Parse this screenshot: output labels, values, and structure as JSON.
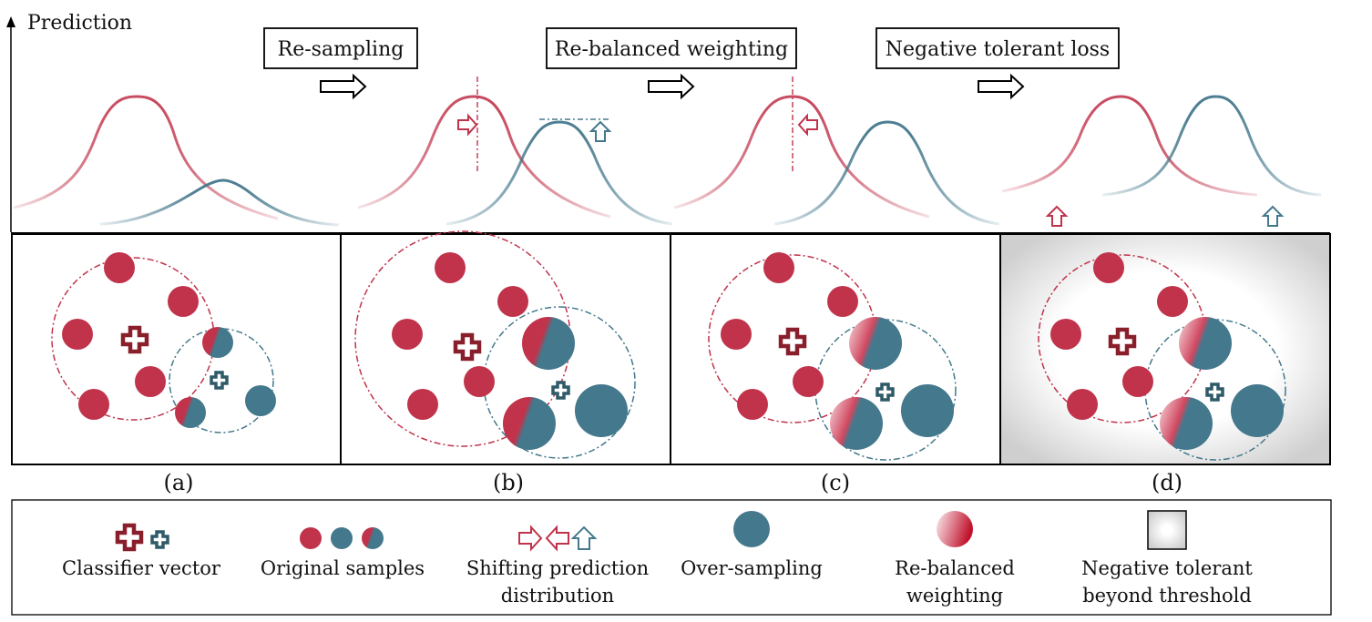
{
  "axis": {
    "y_label": "Prediction"
  },
  "steps": [
    {
      "label": "Re-sampling"
    },
    {
      "label": "Re-balanced weighting"
    },
    {
      "label": "Negative tolerant loss"
    }
  ],
  "panels": [
    {
      "caption": "(a)"
    },
    {
      "caption": "(b)"
    },
    {
      "caption": "(c)"
    },
    {
      "caption": "(d)"
    }
  ],
  "legend": [
    {
      "lines": [
        "Classifier vector"
      ],
      "icon": "cross-icon"
    },
    {
      "lines": [
        "Original samples"
      ],
      "icon": "circle-icon"
    },
    {
      "lines": [
        "Shifting prediction",
        "distribution"
      ],
      "icon": "arrow-icon"
    },
    {
      "lines": [
        "Over-sampling"
      ],
      "icon": "big-circle-icon"
    },
    {
      "lines": [
        "Re-balanced",
        "weighting"
      ],
      "icon": "gradient-circle-icon"
    },
    {
      "lines": [
        "Negative tolerant",
        "beyond threshold"
      ],
      "icon": "glow-square-icon"
    }
  ],
  "colors": {
    "red": "#c0334b",
    "teal": "#44788c",
    "dark_red": "#8a1f2c",
    "dark_teal": "#2f5a68"
  }
}
